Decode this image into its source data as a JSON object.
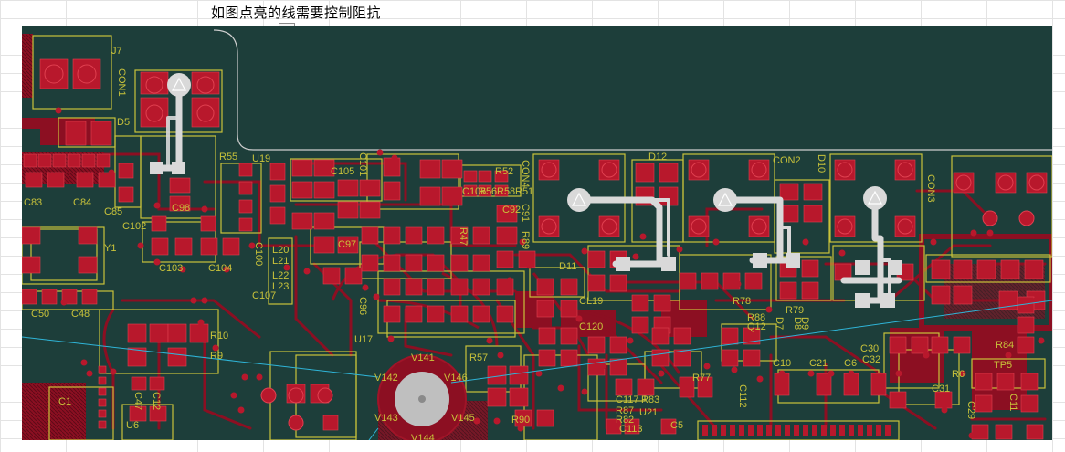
{
  "caption": "如图点亮的线需要控制阻抗",
  "paste_icon": "clipboard-paste-icon",
  "colors": {
    "board": "#1d3e3a",
    "copper": "#8c0f22",
    "pad": "#b8182c",
    "silk": "#c8c23a",
    "outline": "#d8d8d8",
    "highlight": "#d9d9d9",
    "ratsnest": "#2fb5d8"
  },
  "pcb": {
    "refs": [
      "J7",
      "CON1",
      "D5",
      "R55",
      "U19",
      "C105",
      "C101",
      "R52",
      "R56",
      "C106",
      "R58",
      "R51",
      "CON4",
      "C92",
      "R47",
      "C91",
      "R89",
      "D12",
      "CON2",
      "D10",
      "CON3",
      "C83",
      "C84",
      "C85",
      "C102",
      "C98",
      "C103",
      "C104",
      "Y1",
      "C97",
      "L20",
      "L21",
      "L22",
      "L23",
      "C100",
      "C107",
      "C96",
      "D11",
      "CL19",
      "C120",
      "R78",
      "R88",
      "Q12",
      "D7",
      "D8",
      "D9",
      "R79",
      "C50",
      "C48",
      "R10",
      "R9",
      "U17",
      "V141",
      "V142",
      "V143",
      "V144",
      "V145",
      "V146",
      "R57",
      "C117",
      "R83",
      "R87",
      "R82",
      "U21",
      "C113",
      "C112",
      "R77",
      "C10",
      "C21",
      "C6",
      "C32",
      "C30",
      "R84",
      "TP5",
      "R6",
      "C31",
      "C29",
      "C11",
      "C12",
      "C47",
      "U6",
      "C1",
      "R90",
      "C5"
    ]
  }
}
